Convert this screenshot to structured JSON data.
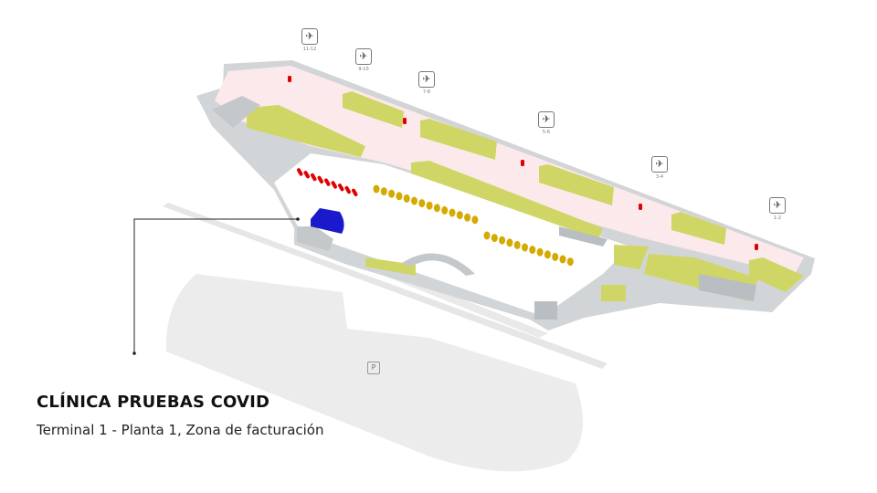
{
  "location": {
    "title": "CLÍNICA PRUEBAS COVID",
    "subtitle": "Terminal 1 - Planta 1, Zona de facturación"
  },
  "gates": [
    {
      "label": "11-12",
      "icon": "departures-icon"
    },
    {
      "label": "9-10",
      "icon": "departures-icon"
    },
    {
      "label": "7-8",
      "icon": "departures-icon"
    },
    {
      "label": "5-6",
      "icon": "departures-icon"
    },
    {
      "label": "3-4",
      "icon": "departures-icon"
    },
    {
      "label": "1-2",
      "icon": "departures-icon"
    }
  ],
  "parking": {
    "label": "P"
  },
  "colors": {
    "clinic": "#1a1acc",
    "corridor": "#fce9ec",
    "shops": "#cfd665",
    "walls": "#c4c8cb",
    "parking": "#ececec",
    "fire": "#e00000",
    "seats": "#d4aa00"
  }
}
